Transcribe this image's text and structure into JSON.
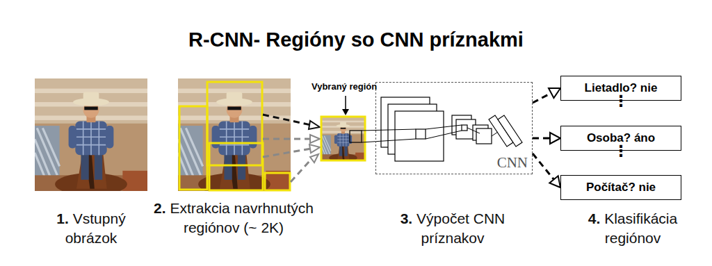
{
  "diagram": {
    "title": "R-CNN- Regióny so CNN príznakmi",
    "nodes": [
      {
        "text": [
          "CNN"
        ]
      },
      {
        "text": [
          "Lietadlo? nie"
        ]
      },
      {
        "text": [
          "Osoba? áno"
        ]
      },
      {
        "text": [
          "Počítač? nie"
        ]
      }
    ],
    "edges": [
      {
        "from": 0,
        "to": 1,
        "arrow": "to"
      },
      {
        "from": 0,
        "to": 2,
        "arrow": "to"
      },
      {
        "from": 0,
        "to": 3,
        "arrow": "to"
      }
    ],
    "labels": [
      "Vybraný región",
      "⋮",
      "⋮",
      "1.",
      "Vstupný obrázok",
      "2.",
      "Extrakcia navrhnutých regiónov (~ 2K)",
      "3.",
      "Výpočet CNN príznakov",
      "4.",
      "Klasifikácia regiónov"
    ]
  }
}
